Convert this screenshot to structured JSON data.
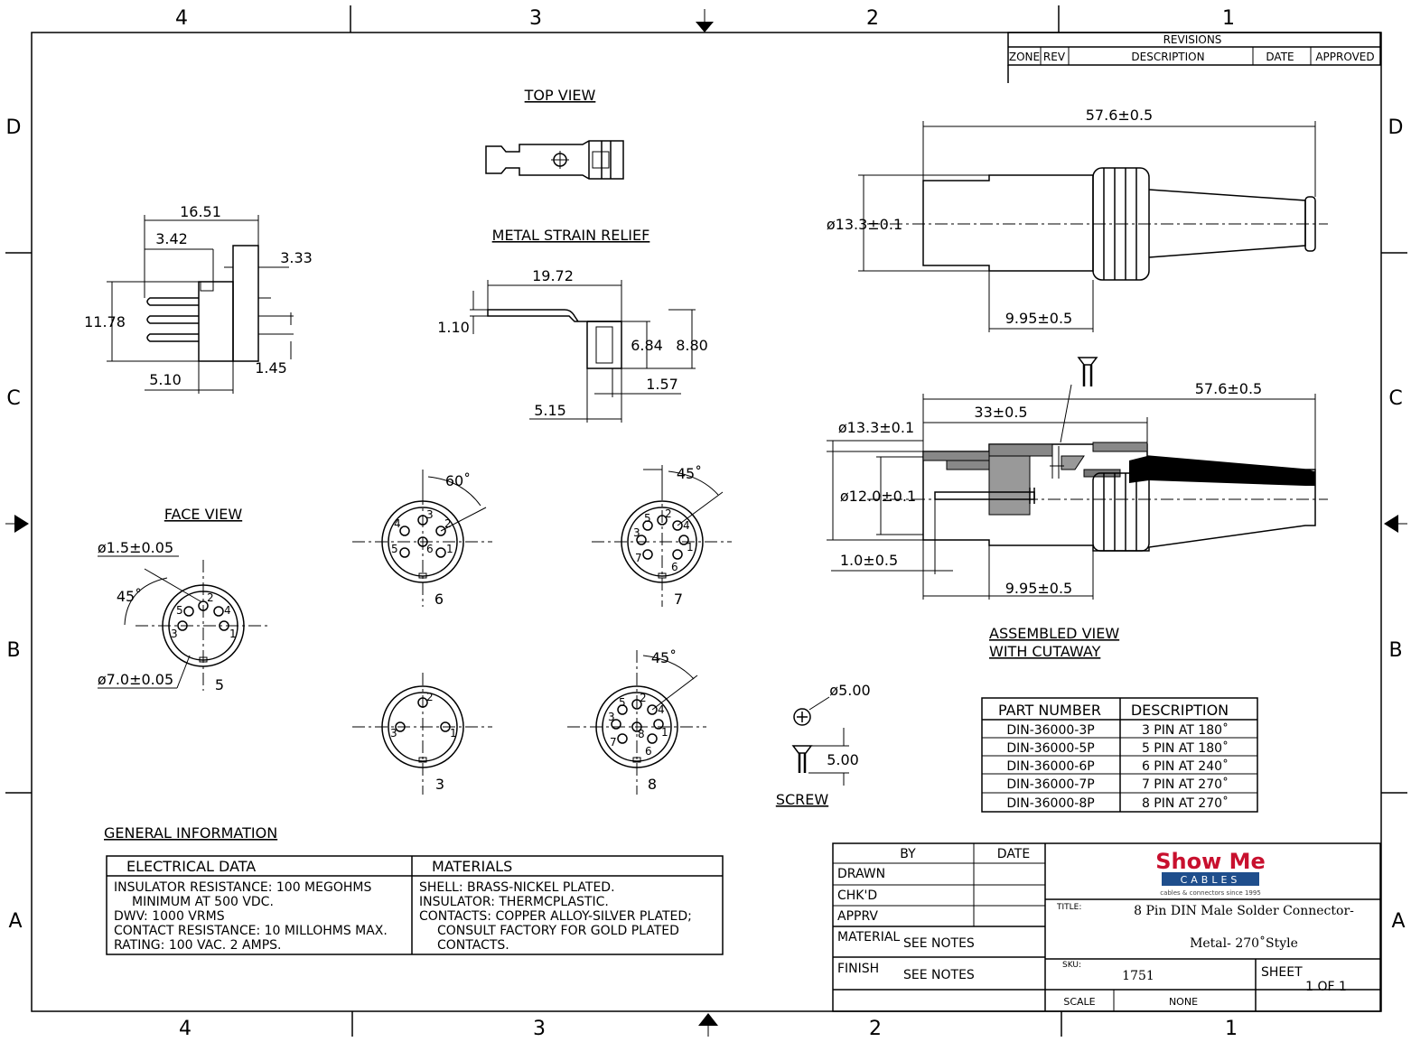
{
  "border": {
    "cols_top": [
      "4",
      "3",
      "2",
      "1"
    ],
    "cols_bottom": [
      "4",
      "3",
      "2",
      "1"
    ],
    "rows_left": [
      "D",
      "C",
      "B",
      "A"
    ],
    "rows_right": [
      "D",
      "C",
      "B",
      "A"
    ]
  },
  "revisions": {
    "title": "REVISIONS",
    "headers": [
      "ZONE",
      "REV",
      "DESCRIPTION",
      "DATE",
      "APPROVED"
    ]
  },
  "views": {
    "top_view": "TOP VIEW",
    "metal_strain_relief": "METAL STRAIN RELIEF",
    "face_view": "FACE VIEW",
    "assembled_view_1": "ASSEMBLED VIEW",
    "assembled_view_2": "WITH CUTAWAY",
    "screw": "SCREW"
  },
  "dims": {
    "d16_51": "16.51",
    "d3_42": "3.42",
    "d3_33": "3.33",
    "d11_78": "11.78",
    "d5_10": "5.10",
    "d1_45": "1.45",
    "d19_72": "19.72",
    "d1_10": "1.10",
    "d6_84": "6.84",
    "d8_80": "8.80",
    "d1_57": "1.57",
    "d5_15": "5.15",
    "top_len": "57.6±0.5",
    "top_dia": "ø13.3±0.1",
    "top_995": "9.95±0.5",
    "cut_len": "57.6±0.5",
    "cut_33": "33±0.5",
    "cut_dia133": "ø13.3±0.1",
    "cut_dia120": "ø12.0±0.1",
    "cut_10": "1.0±0.5",
    "cut_995": "9.95±0.5",
    "pin_dia": "ø1.5±0.05",
    "face_angle": "45˚",
    "face_dia": "ø7.0±0.05",
    "a60": "60˚",
    "a45_7": "45˚",
    "a45_8": "45˚",
    "screw_dia": "ø5.00",
    "screw_len": "5.00"
  },
  "face_labels": {
    "v5": "5",
    "v6": "6",
    "v7": "7",
    "v3": "3",
    "v8": "8"
  },
  "pin_numbers": {
    "p1": "1",
    "p2": "2",
    "p3": "3",
    "p4": "4",
    "p5": "5",
    "p6": "6",
    "p7": "7",
    "p8": "8"
  },
  "parts_table": {
    "headers": [
      "PART NUMBER",
      "DESCRIPTION"
    ],
    "rows": [
      {
        "part": "DIN-36000-3P",
        "desc": "3 PIN AT 180˚"
      },
      {
        "part": "DIN-36000-5P",
        "desc": "5 PIN AT 180˚"
      },
      {
        "part": "DIN-36000-6P",
        "desc": "6 PIN AT 240˚"
      },
      {
        "part": "DIN-36000-7P",
        "desc": "7 PIN AT 270˚"
      },
      {
        "part": "DIN-36000-8P",
        "desc": "8 PIN AT 270˚"
      }
    ]
  },
  "general": {
    "title": "GENERAL INFORMATION",
    "electrical_header": "ELECTRICAL DATA",
    "materials_header": "MATERIALS",
    "electrical": [
      "INSULATOR RESISTANCE: 100 MEGOHMS",
      "MINIMUM AT 500 VDC.",
      "DWV: 1000 VRMS",
      "CONTACT RESISTANCE: 10 MILLOHMS MAX.",
      "RATING: 100 VAC. 2 AMPS."
    ],
    "materials": [
      "SHELL: BRASS-NICKEL PLATED.",
      "INSULATOR: THERMCPLASTIC.",
      "CONTACTS: COPPER ALLOY-SILVER PLATED;",
      "CONSULT FACTORY FOR GOLD PLATED",
      "CONTACTS."
    ]
  },
  "title_block": {
    "by": "BY",
    "date": "DATE",
    "drawn": "DRAWN",
    "chkd": "CHK'D",
    "apprv": "APPRV",
    "material_label": "MATERIAL",
    "material_value": "SEE NOTES",
    "finish_label": "FINISH",
    "finish_value": "SEE NOTES",
    "logo_main": "Show Me",
    "logo_sub": "CABLES",
    "logo_tag": "cables & connectors since 1995",
    "title_label": "TITLE:",
    "title_line1": "8 Pin DIN Male Solder Connector-",
    "title_line2": "Metal- 270˚Style",
    "sku_label": "SKU:",
    "sku_value": "1751",
    "sheet_label": "SHEET",
    "sheet_value": "1 OF 1",
    "scale_label": "SCALE",
    "scale_value": "NONE"
  },
  "colors": {
    "logo_red": "#c8102e",
    "logo_blue": "#1f4e8c"
  }
}
